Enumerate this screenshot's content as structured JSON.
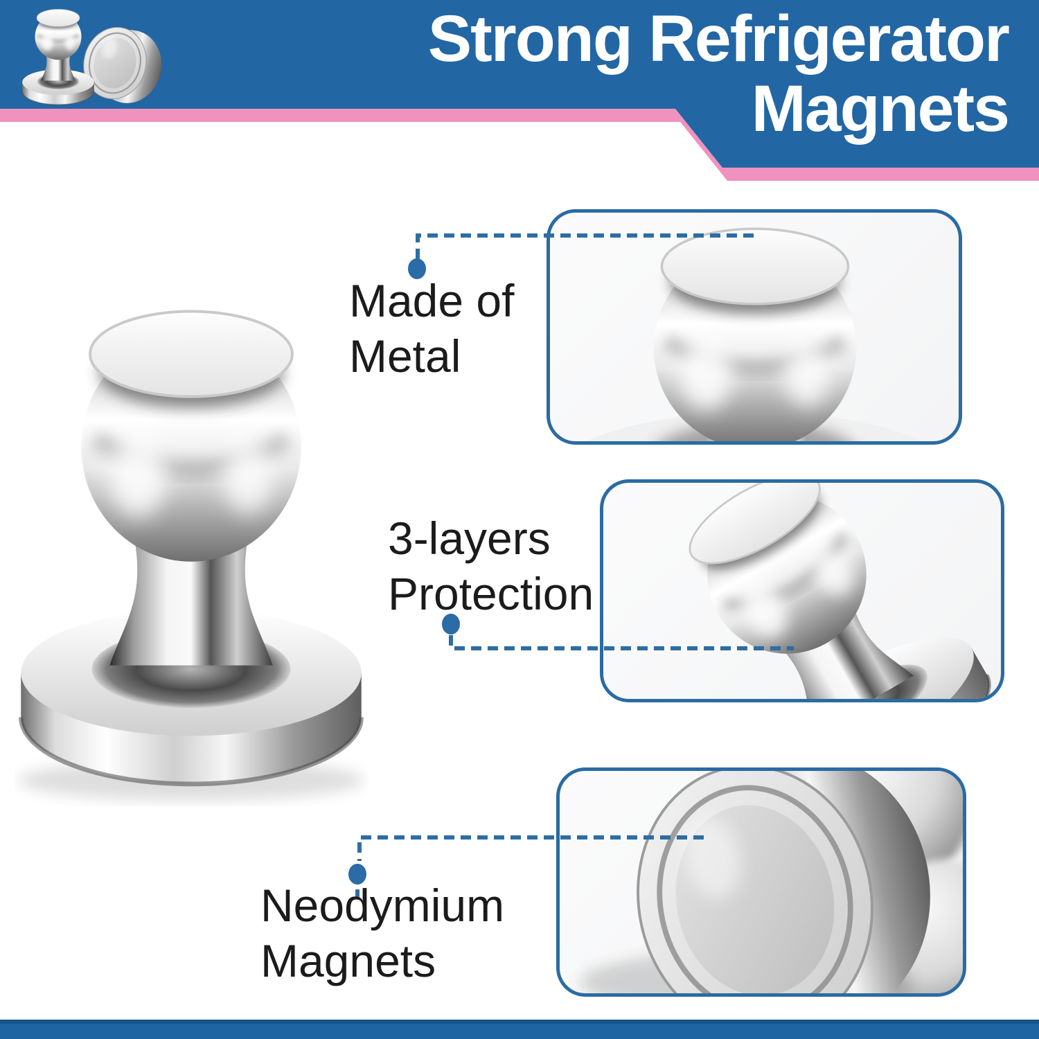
{
  "header": {
    "title_line1": "Strong Refrigerator",
    "title_line2": "Magnets"
  },
  "callouts": [
    {
      "id": "made-of-metal",
      "line1": "Made of",
      "line2": "Metal"
    },
    {
      "id": "three-layers",
      "line1": "3-layers",
      "line2": "Protection"
    },
    {
      "id": "neodymium",
      "line1": "Neodymium",
      "line2": "Magnets"
    }
  ],
  "graphics": {
    "header_product_thumb": "two chrome pushpin magnets",
    "main_product": "chrome pushpin magnet",
    "panel_1": "magnet metal head close-up",
    "panel_2": "tilted magnet body close-up",
    "panel_3": "magnet neodymium base close-up"
  },
  "colors": {
    "banner_blue": "#2266a4",
    "stripe_pink": "#ef93be",
    "leader_blue": "#2e6da4",
    "dot_blue": "#2a6ba8",
    "panel_border_blue": "#2a6ba3",
    "footer_blue": "#1e64a3",
    "label_text": "#1b1b1b",
    "title_text": "#ffffff",
    "panel_bg": "#f7f8f8"
  }
}
